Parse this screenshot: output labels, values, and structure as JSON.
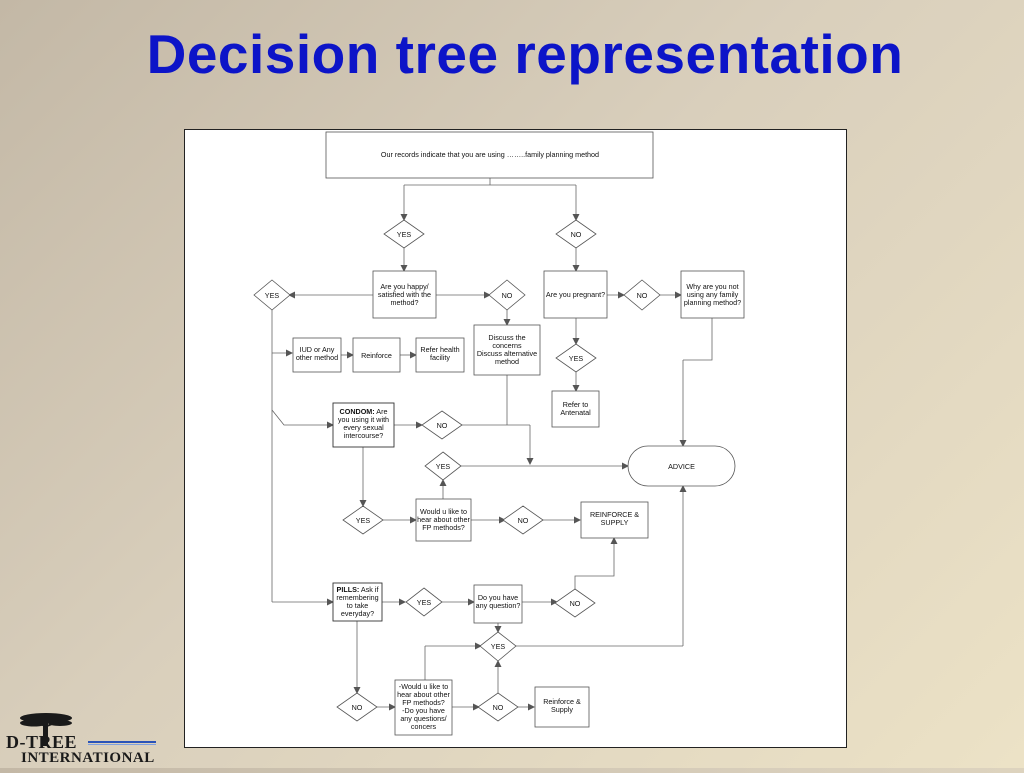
{
  "slide": {
    "title": "Decision tree representation"
  },
  "logo": {
    "line1": "D-TREE",
    "line2": "INTERNATIONAL"
  },
  "nodes": {
    "start": "Our records indicate that you are using ……..family planning method",
    "yes_top": "YES",
    "no_top": "NO",
    "happy": [
      "Are you happy/",
      "satisfied with the",
      "method?"
    ],
    "yes_left": "YES",
    "no_happy": "NO",
    "pregnant": "Are you pregnant?",
    "no_preg": "NO",
    "why_not": [
      "Why are you not",
      "using any family",
      "planning method?"
    ],
    "iud": [
      "IUD or Any",
      "other method"
    ],
    "reinforce": "Reinforce",
    "refer_health": [
      "Refer health",
      "facility"
    ],
    "discuss": [
      "Discuss the",
      "concerns",
      "Discuss alternative",
      "method"
    ],
    "yes_preg": "YES",
    "refer_antenatal": [
      "Refer to",
      "Antenatal"
    ],
    "condom_bold": "CONDOM:",
    "condom": [
      " Are",
      "you using it with",
      "every sexual",
      "intercourse?"
    ],
    "no_condom": "NO",
    "yes_mid": "YES",
    "advice": "ADVICE",
    "would_hear": [
      "Would u like to",
      "hear about other",
      "FP methods?"
    ],
    "yes_condom": "YES",
    "no_hear": "NO",
    "reinforce_supply": [
      "REINFORCE &",
      "SUPPLY"
    ],
    "pills_bold": "PILLS:",
    "pills": [
      " Ask if",
      "remembering",
      "to take",
      "everyday?"
    ],
    "yes_pills": "YES",
    "question": [
      "Do you have",
      "any question?"
    ],
    "no_question": "NO",
    "yes_question": "YES",
    "no_pills": "NO",
    "would_any": [
      "-Would u like to",
      "hear about other",
      "FP methods?",
      "-Do you have",
      "any questions/",
      "concers"
    ],
    "no_bottom": "NO",
    "reinforce_supply2": [
      "Reinforce &",
      "Supply"
    ]
  }
}
